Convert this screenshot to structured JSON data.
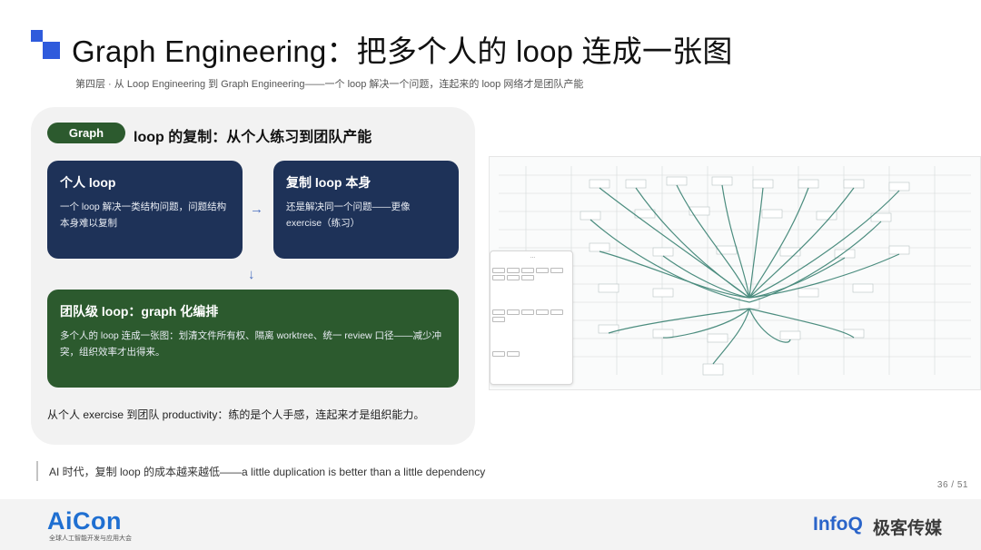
{
  "header": {
    "title": "Graph Engineering：把多个人的 loop 连成一张图",
    "subtitle": "第四层 · 从 Loop Engineering 到 Graph Engineering——一个 loop 解决一个问题，连起来的 loop 网络才是团队产能"
  },
  "panel": {
    "pill": "Graph",
    "heading": "loop 的复制：从个人练习到团队产能",
    "card1": {
      "title": "个人 loop",
      "body": "一个 loop 解决一类结构问题，问题结构本身难以复制"
    },
    "card2": {
      "title": "复制 loop 本身",
      "body": "还是解决同一个问题——更像 exercise（练习）"
    },
    "card3": {
      "title": "团队级 loop：graph 化编排",
      "body": "多个人的 loop 连成一张图：划清文件所有权、隔离 worktree、统一 review 口径——减少冲突，组织效率才出得来。"
    },
    "arrow_right": "→",
    "arrow_down": "↓",
    "conclusion": "从个人 exercise 到团队 productivity：练的是个人手感，连起来才是组织能力。"
  },
  "quote": "AI 时代，复制 loop 的成本越来越低——a little duplication is better than a little dependency",
  "page_number": "36 / 51",
  "footer": {
    "left_logo": "AiCon",
    "left_sub": "全球人工智能开发与应用大会",
    "right_logo": "InfoQ",
    "right_logo_cn": "极客传媒"
  },
  "colors": {
    "accent_blue": "#2f5bdc",
    "navy": "#1e3258",
    "green": "#2c5a2e",
    "graph_edge": "#2e7a6a"
  }
}
